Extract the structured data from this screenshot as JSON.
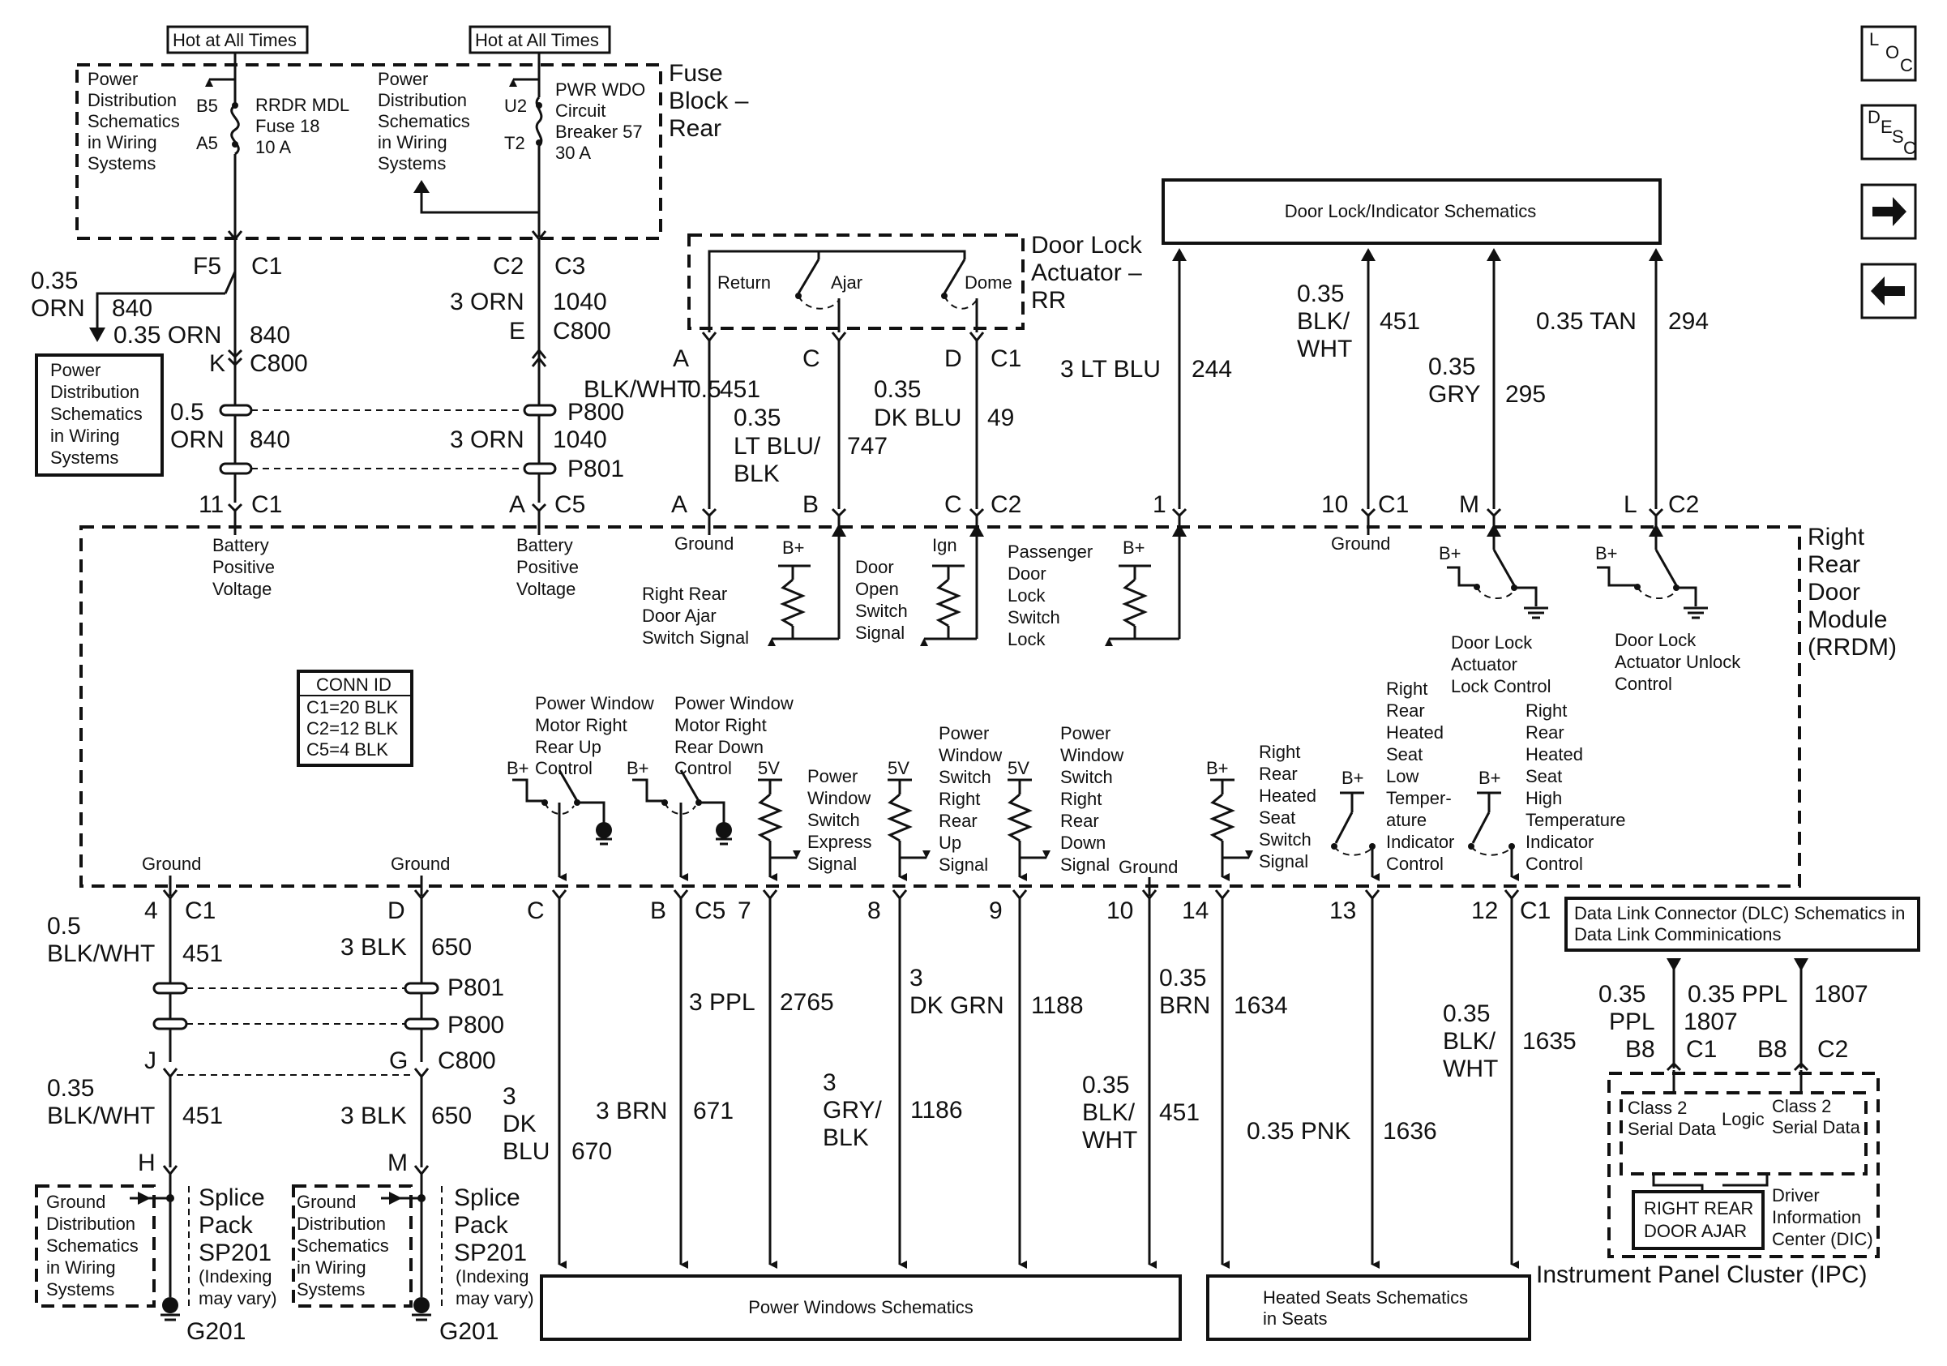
{
  "nav": {
    "loc_main": "L",
    "loc_sub1": "O",
    "loc_sub2": "C",
    "desc_main": "D",
    "desc_sub1": "E",
    "desc_sub2": "S",
    "desc_sub3": "C"
  },
  "hot_at_all_times_1": "Hot at All Times",
  "hot_at_all_times_2": "Hot at All Times",
  "fuse_block": {
    "l1": "Fuse",
    "l2": "Block –",
    "l3": "Rear"
  },
  "pd1": [
    "Power",
    "Distribution",
    "Schematics",
    "in Wiring",
    "Systems"
  ],
  "pd2": [
    "Power",
    "Distribution",
    "Schematics",
    "in Wiring",
    "Systems"
  ],
  "pd3": [
    "Power",
    "Distribution",
    "Schematics",
    "in Wiring",
    "Systems"
  ],
  "fuse18": {
    "top_term": "B5",
    "bot_term": "A5",
    "l1": "RRDR MDL",
    "l2": "Fuse 18",
    "l3": "10 A"
  },
  "cb57": {
    "top_term": "U2",
    "bot_term": "T2",
    "l1": "PWR WDO",
    "l2": "Circuit",
    "l3": "Breaker 57",
    "l4": "30 A"
  },
  "left_col": {
    "f5": "F5",
    "c1a": "C1",
    "w035": "0.35",
    "orn": "ORN",
    "n840a": "840",
    "w035orn": "0.35 ORN",
    "n840b": "840",
    "k": "K",
    "c800": "C800",
    "w05": "0.5",
    "orn2": "ORN",
    "n840c": "840",
    "n11": "11",
    "c1b": "C1"
  },
  "mid_col": {
    "c2": "C2",
    "c3": "C3",
    "w3orn": "3 ORN",
    "n1040a": "1040",
    "e": "E",
    "c800": "C800",
    "p800": "P800",
    "w3orn2": "3 ORN",
    "n1040b": "1040",
    "p801": "P801",
    "a": "A",
    "c5": "C5"
  },
  "battery1": [
    "Battery",
    "Positive",
    "Voltage"
  ],
  "battery2": [
    "Battery",
    "Positive",
    "Voltage"
  ],
  "actuator": {
    "title1": "Door Lock",
    "title2": "Actuator –",
    "title3": "RR",
    "return": "Return",
    "ajar": "Ajar",
    "dome": "Dome",
    "a": "A",
    "c": "C",
    "d": "D",
    "c1": "C1"
  },
  "act_wires": {
    "w05": "0.5",
    "blkwht": "BLK/WHT",
    "n451": "451",
    "w035a": "0.35",
    "ltblu": "LT BLU/",
    "blk": "BLK",
    "n747": "747",
    "w035b": "0.35",
    "dkblu": "DK BLU",
    "n49": "49"
  },
  "rrdm_top_pins": {
    "a": "A",
    "b": "B",
    "c": "C",
    "c2": "C2",
    "p1": "1",
    "p10": "10",
    "c1": "C1",
    "m": "M",
    "l": "L",
    "c2b": "C2"
  },
  "door_lock_box": "Door Lock/Indicator Schematics",
  "top_wires": {
    "w3ltblu": "3 LT BLU",
    "n244": "244",
    "w035": "0.35",
    "blkwht1": "BLK/",
    "blkwht2": "WHT",
    "n451": "451",
    "w035b": "0.35",
    "gry": "GRY",
    "n295": "295",
    "w035tan": "0.35 TAN",
    "n294": "294"
  },
  "rrdm": {
    "l1": "Right",
    "l2": "Rear",
    "l3": "Door",
    "l4": "Module",
    "l5": "(RRDM)"
  },
  "rrdm_labels": {
    "ground1": "Ground",
    "bplus1": "B+",
    "rr_ajar": [
      "Right Rear",
      "Door Ajar",
      "Switch Signal"
    ],
    "door_open": [
      "Door",
      "Open",
      "Switch",
      "Signal"
    ],
    "ign": "Ign",
    "pass_lock": [
      "Passenger",
      "Door",
      "Lock",
      "Switch",
      "Lock"
    ],
    "bplus2": "B+",
    "ground2": "Ground",
    "bplus3": "B+",
    "bplus4": "B+",
    "lock_ctrl": [
      "Door Lock",
      "Actuator",
      "Lock Control"
    ],
    "unlock_ctrl": [
      "Door Lock",
      "Actuator Unlock",
      "Control"
    ]
  },
  "conn_id": {
    "title": "CONN ID",
    "c1": "C1=20 BLK",
    "c2": "C2=12 BLK",
    "c5": "C5=4 BLK"
  },
  "rrdm_bottom": {
    "ground_a": "Ground",
    "ground_b": "Ground",
    "ground_c": "Ground",
    "pw_up": [
      "Power Window",
      "Motor Right",
      "Rear Up",
      "Control"
    ],
    "pw_down": [
      "Power Window",
      "Motor Right",
      "Rear Down",
      "Control"
    ],
    "bplus_a": "B+",
    "bplus_b": "B+",
    "v5a": "5V",
    "v5b": "5V",
    "v5c": "5V",
    "express": [
      "Power",
      "Window",
      "Switch",
      "Express",
      "Signal"
    ],
    "sw_up": [
      "Power",
      "Window",
      "Switch",
      "Right",
      "Rear",
      "Up",
      "Signal"
    ],
    "sw_down": [
      "Power",
      "Window",
      "Switch",
      "Right",
      "Rear",
      "Down",
      "Signal"
    ],
    "bplus_c": "B+",
    "seat_sw": [
      "Right",
      "Rear",
      "Heated",
      "Seat",
      "Switch",
      "Signal"
    ],
    "bplus_d": "B+",
    "low_ind": [
      "Right",
      "Rear",
      "Heated",
      "Seat",
      "Low",
      "Temper-",
      "ature",
      "Indicator",
      "Control"
    ],
    "bplus_e": "B+",
    "high_ind": [
      "Right",
      "Rear",
      "Heated",
      "Seat",
      "High",
      "Temperature",
      "Indicator",
      "Control"
    ]
  },
  "bottom_pins": {
    "p4": "4",
    "c1a": "C1",
    "d": "D",
    "c": "C",
    "b": "B",
    "c5": "C5",
    "p7": "7",
    "p8": "8",
    "p9": "9",
    "p10": "10",
    "p14": "14",
    "p13": "13",
    "p12": "12",
    "c1b": "C1"
  },
  "bottom_left": {
    "w05": "0.5",
    "blkwht": "BLK/WHT",
    "n451a": "451",
    "w3blk": "3 BLK",
    "n650a": "650",
    "p801": "P801",
    "p800": "P800",
    "j": "J",
    "g": "G",
    "c800": "C800",
    "w035": "0.35",
    "blkwht2": "BLK/WHT",
    "n451b": "451",
    "w3blk2": "3 BLK",
    "n650b": "650",
    "h": "H",
    "m": "M"
  },
  "gd1": [
    "Ground",
    "Distribution",
    "Schematics",
    "in Wiring",
    "Systems"
  ],
  "gd2": [
    "Ground",
    "Distribution",
    "Schematics",
    "in Wiring",
    "Systems"
  ],
  "splice1": [
    "Splice",
    "Pack",
    "SP201",
    "(Indexing",
    "may vary)"
  ],
  "splice2": [
    "Splice",
    "Pack",
    "SP201",
    "(Indexing",
    "may vary)"
  ],
  "g201a": "G201",
  "g201b": "G201",
  "bottom_wires": {
    "w3": "3",
    "dk": "DK",
    "blu": "BLU",
    "n670": "670",
    "w3brn": "3 BRN",
    "n671": "671",
    "w3ppl": "3 PPL",
    "n2765": "2765",
    "w3b": "3",
    "gry": "GRY/",
    "blk": "BLK",
    "n1186": "1186",
    "w3c": "3",
    "dkgrn": "DK GRN",
    "n1188": "1188",
    "w035": "0.35",
    "blkwht1": "BLK/",
    "blkwht2": "WHT",
    "n451": "451",
    "w035b": "0.35",
    "brn": "BRN",
    "n1634": "1634",
    "w035pnk": "0.35 PNK",
    "n1636": "1636",
    "w035c": "0.35",
    "blk2": "BLK/",
    "wht": "WHT",
    "n1635": "1635"
  },
  "pw_schem": "Power Windows Schematics",
  "hs_schem": [
    "Heated Seats Schematics",
    "in Seats"
  ],
  "dlc": [
    "Data Link Connector (DLC) Schematics in",
    "Data Link Comminications"
  ],
  "ipc_wires": {
    "w035": "0.35",
    "ppl": "PPL",
    "n1807a": "1807",
    "w035ppl": "0.35 PPL",
    "n1807b": "1807",
    "b8a": "B8",
    "c1": "C1",
    "b8b": "B8",
    "c2": "C2"
  },
  "ipc": {
    "class2a": [
      "Class 2",
      "Serial Data"
    ],
    "logic": "Logic",
    "class2b": [
      "Class 2",
      "Serial Data"
    ],
    "rr_ajar": [
      "RIGHT REAR",
      "DOOR AJAR"
    ],
    "dic": [
      "Driver",
      "Information",
      "Center (DIC)"
    ],
    "title": "Instrument Panel Cluster (IPC)"
  }
}
